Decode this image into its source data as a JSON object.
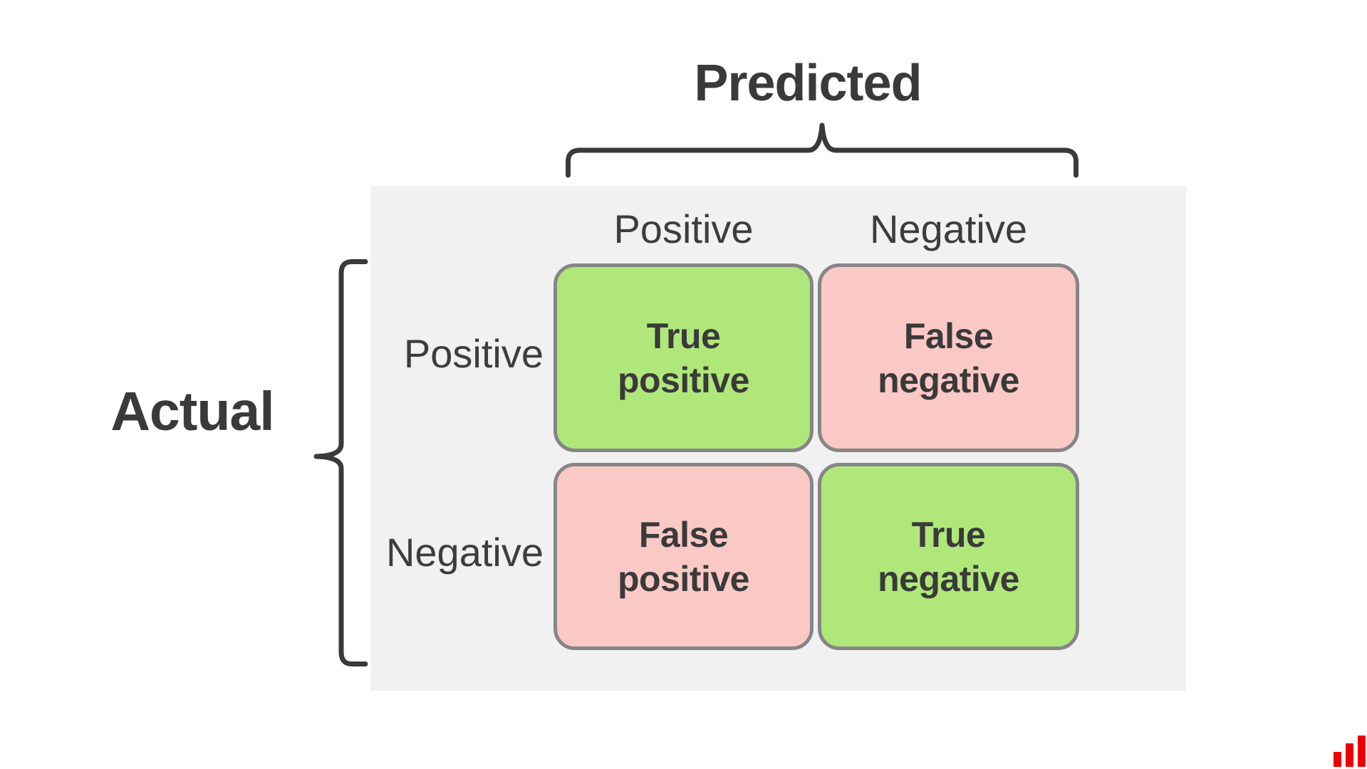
{
  "diagram": {
    "type": "confusion-matrix",
    "predicted_axis": {
      "label": "Predicted",
      "categories": [
        "Positive",
        "Negative"
      ]
    },
    "actual_axis": {
      "label": "Actual",
      "categories": [
        "Positive",
        "Negative"
      ]
    },
    "cells": [
      {
        "id": "true-positive",
        "line1": "True",
        "line2": "positive",
        "row": "Positive",
        "col": "Positive",
        "outcome": "correct"
      },
      {
        "id": "false-negative",
        "line1": "False",
        "line2": "negative",
        "row": "Positive",
        "col": "Negative",
        "outcome": "incorrect"
      },
      {
        "id": "false-positive",
        "line1": "False",
        "line2": "positive",
        "row": "Negative",
        "col": "Positive",
        "outcome": "incorrect"
      },
      {
        "id": "true-negative",
        "line1": "True",
        "line2": "negative",
        "row": "Negative",
        "col": "Negative",
        "outcome": "correct"
      }
    ],
    "colors": {
      "correct_cell": "#b0e77a",
      "incorrect_cell": "#fbc9c5",
      "panel_background": "#f1f1f1",
      "cell_border": "#868686",
      "text": "#3a3a3a",
      "logo_red": "#ea0000"
    },
    "logo": "bar-chart-icon"
  }
}
